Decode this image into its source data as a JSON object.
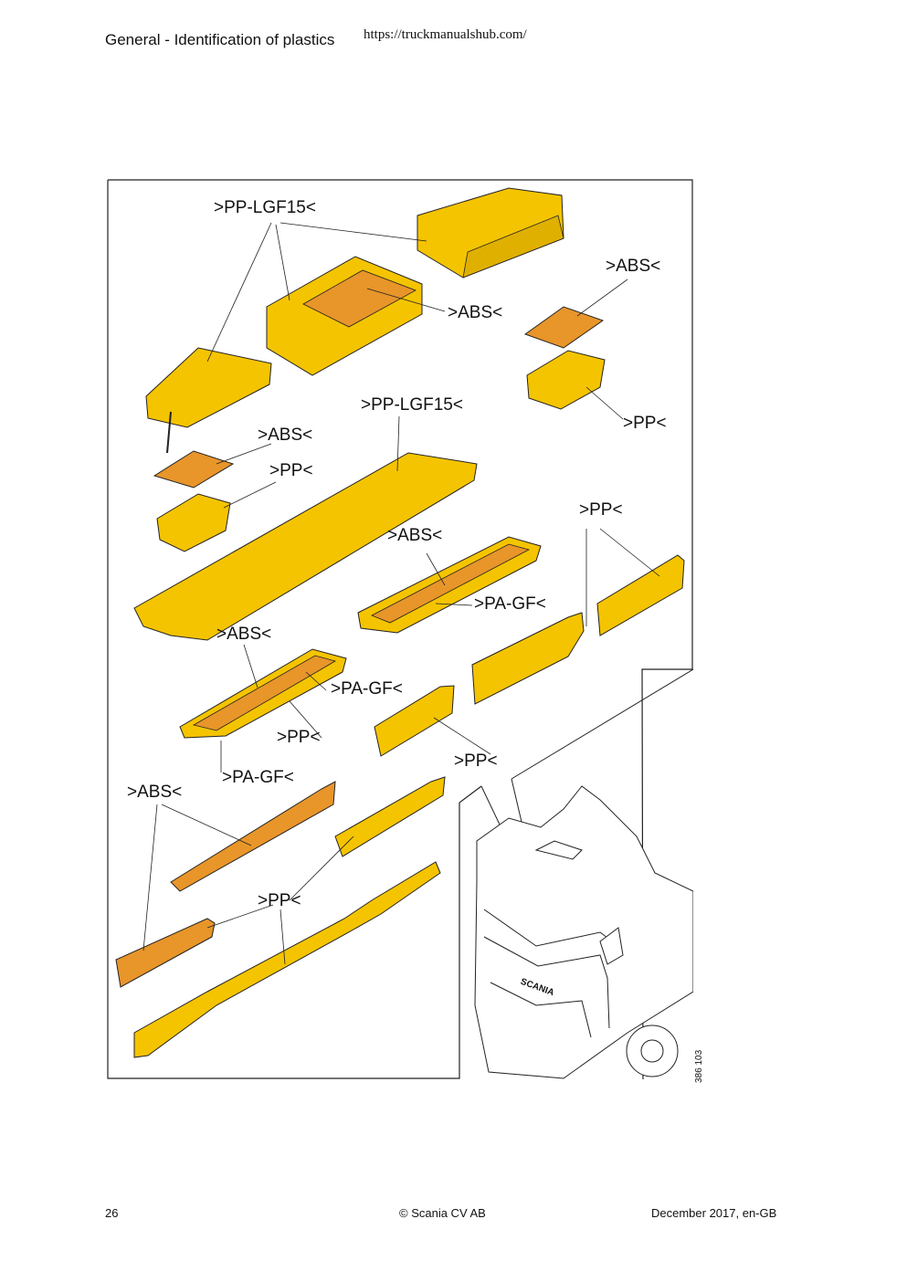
{
  "header": {
    "title": "General - Identification of plastics",
    "url": "https://truckmanualshub.com/"
  },
  "figure": {
    "labels": {
      "pp_lgf15_top": ">PP-LGF15<",
      "abs_right_top": ">ABS<",
      "abs_center_top": ">ABS<",
      "pp_lgf15_mid": ">PP-LGF15<",
      "pp_right": ">PP<",
      "abs_left": ">ABS<",
      "pp_left": ">PP<",
      "pp_mid_right": ">PP<",
      "abs_mid": ">ABS<",
      "pa_gf_mid": ">PA-GF<",
      "abs_lower": ">ABS<",
      "pa_gf_lower": ">PA-GF<",
      "pp_lower": ">PP<",
      "pp_lower_right": ">PP<",
      "pa_gf_bottom": ">PA-GF<",
      "abs_bottom": ">ABS<",
      "pp_bottom": ">PP<"
    },
    "truck_brand": "SCANIA",
    "figure_id": "386 103",
    "colors": {
      "yellow": "#f5c400",
      "orange": "#e8952a",
      "light_orange": "#f0a33a",
      "outline": "#222222"
    }
  },
  "footer": {
    "page_number": "26",
    "copyright": "© Scania CV AB",
    "date": "December 2017, en-GB"
  }
}
